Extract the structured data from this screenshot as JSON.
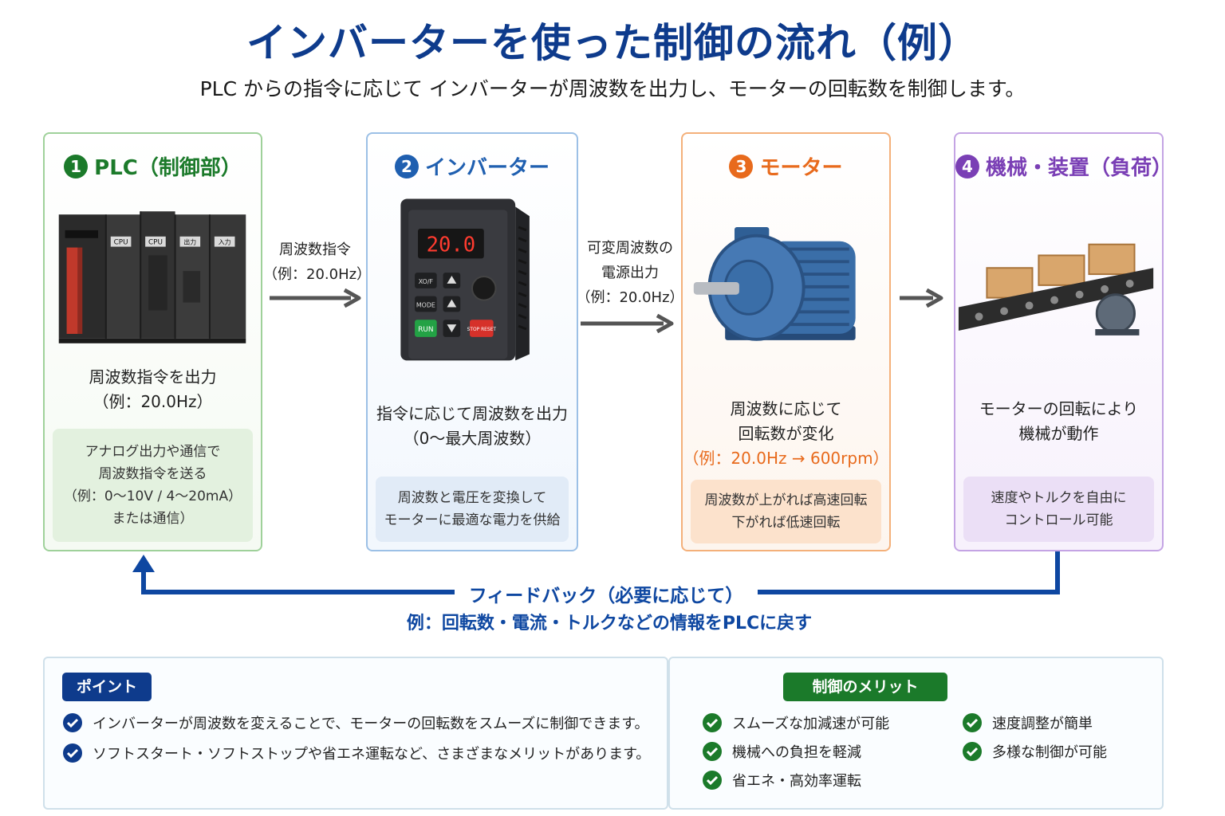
{
  "header": {
    "title": "インバーターを使った制御の流れ（例）",
    "subtitle": "PLC からの指令に応じて インバーターが周波数を出力し、モーターの回転数を制御します。"
  },
  "colors": {
    "title": "#0e3b8c",
    "plc": "#1b7a2a",
    "inverter": "#1f5fb0",
    "motor": "#e86a1c",
    "machine": "#7a3fb5",
    "feedback": "#0e47a1"
  },
  "stages": [
    {
      "number": "1",
      "title": "PLC（制御部）",
      "icon": "plc-modules-image",
      "text": [
        "周波数指令を出力",
        "（例：20.0Hz）"
      ],
      "note": [
        "アナログ出力や通信で",
        "周波数指令を送る",
        "（例：0〜10V / 4〜20mA）",
        "または通信）"
      ],
      "module_labels": [
        "CPU",
        "CPU",
        "出力",
        "入力"
      ]
    },
    {
      "number": "2",
      "title": "インバーター",
      "icon": "inverter-drive-image",
      "text": [
        "指令に応じて周波数を出力",
        "（0〜最大周波数）"
      ],
      "note": [
        "周波数と電圧を変換して",
        "モーターに最適な電力を供給"
      ],
      "display_value": "20.0",
      "buttons": [
        "XO/F",
        "MODE",
        "RUN",
        "STOP RESET"
      ]
    },
    {
      "number": "3",
      "title": "モーター",
      "icon": "electric-motor-image",
      "text": [
        "周波数に応じて",
        "回転数が変化"
      ],
      "highlight": "（例：20.0Hz → 600rpm）",
      "note": [
        "周波数が上がれば高速回転",
        "下がれば低速回転"
      ]
    },
    {
      "number": "4",
      "title": "機械・装置（負荷）",
      "icon": "conveyor-belt-image",
      "text": [
        "モーターの回転により",
        "機械が動作"
      ],
      "note": [
        "速度やトルクを自由に",
        "コントロール可能"
      ]
    }
  ],
  "arrows": [
    {
      "lines": [
        "周波数指令",
        "（例：20.0Hz）"
      ]
    },
    {
      "lines": [
        "可変周波数の",
        "電源出力",
        "（例：20.0Hz）"
      ]
    }
  ],
  "feedback": {
    "title": "フィードバック（必要に応じて）",
    "subtitle": "例：回転数・電流・トルクなどの情報をPLCに戻す"
  },
  "points": {
    "tag": "ポイント",
    "items": [
      "インバーターが周波数を変えることで、モーターの回転数をスムーズに制御できます。",
      "ソフトスタート・ソフトストップや省エネ運転など、さまざまなメリットがあります。"
    ]
  },
  "merits": {
    "tag": "制御のメリット",
    "items": [
      "スムーズな加減速が可能",
      "機械への負担を軽減",
      "省エネ・高効率運転",
      "速度調整が簡単",
      "多様な制御が可能"
    ]
  }
}
